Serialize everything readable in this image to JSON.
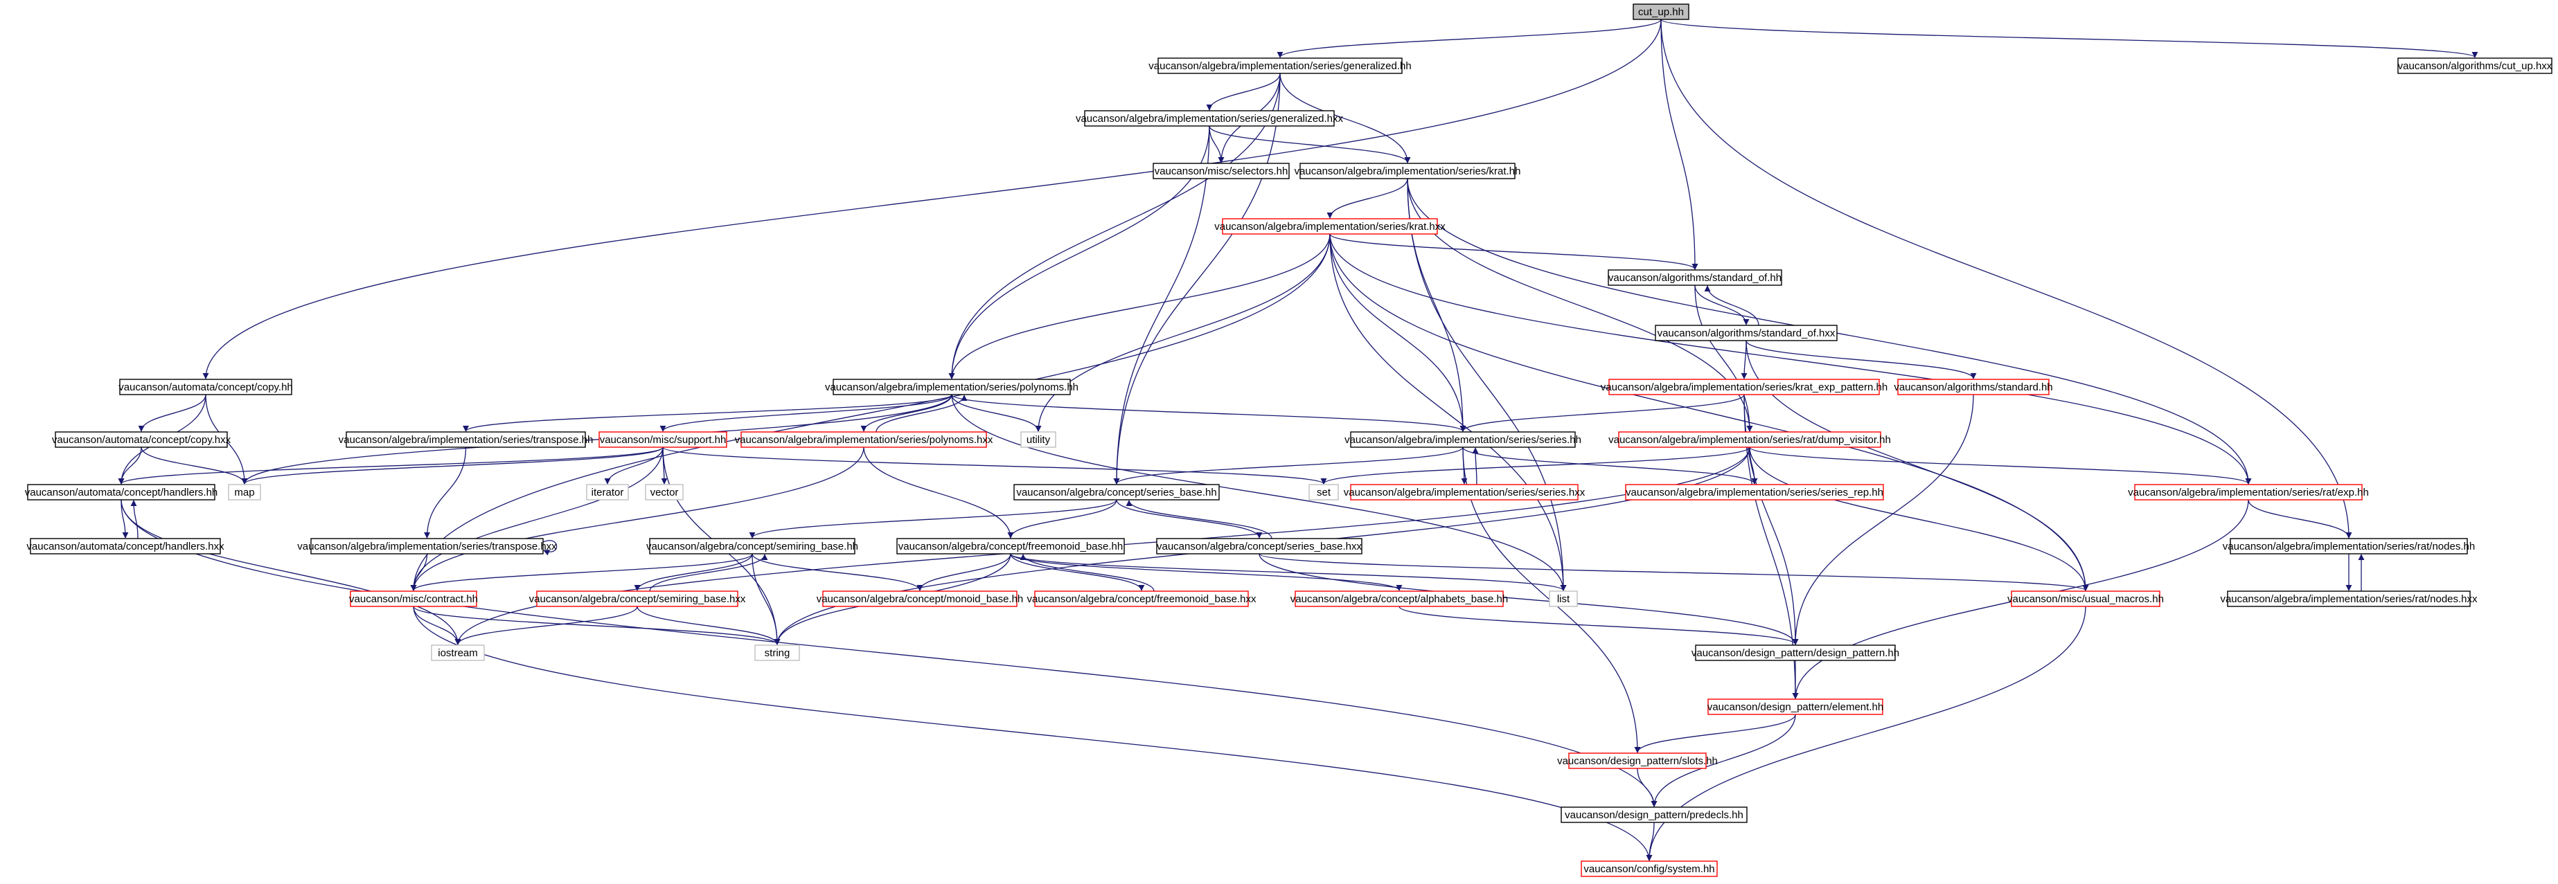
{
  "nodes": [
    {
      "id": "cut_up_hh",
      "label": "cut_up.hh",
      "style": "root"
    },
    {
      "id": "generalized_hh",
      "label": "vaucanson/algebra/implementation/series/generalized.hh",
      "style": "black"
    },
    {
      "id": "cut_up_hxx",
      "label": "vaucanson/algorithms/cut_up.hxx",
      "style": "black"
    },
    {
      "id": "generalized_hxx",
      "label": "vaucanson/algebra/implementation/series/generalized.hxx",
      "style": "black"
    },
    {
      "id": "selectors_hh",
      "label": "vaucanson/misc/selectors.hh",
      "style": "black"
    },
    {
      "id": "krat_hh",
      "label": "vaucanson/algebra/implementation/series/krat.hh",
      "style": "black"
    },
    {
      "id": "krat_hxx",
      "label": "vaucanson/algebra/implementation/series/krat.hxx",
      "style": "red"
    },
    {
      "id": "standard_of_hh",
      "label": "vaucanson/algorithms/standard_of.hh",
      "style": "black"
    },
    {
      "id": "standard_of_hxx",
      "label": "vaucanson/algorithms/standard_of.hxx",
      "style": "black"
    },
    {
      "id": "copy_hh",
      "label": "vaucanson/automata/concept/copy.hh",
      "style": "black"
    },
    {
      "id": "polynoms_hh",
      "label": "vaucanson/algebra/implementation/series/polynoms.hh",
      "style": "black"
    },
    {
      "id": "krat_exp_pattern_hh",
      "label": "vaucanson/algebra/implementation/series/krat_exp_pattern.hh",
      "style": "red"
    },
    {
      "id": "standard_hh",
      "label": "vaucanson/algorithms/standard.hh",
      "style": "red"
    },
    {
      "id": "copy_hxx",
      "label": "vaucanson/automata/concept/copy.hxx",
      "style": "black"
    },
    {
      "id": "transpose_hh",
      "label": "vaucanson/algebra/implementation/series/transpose.hh",
      "style": "black"
    },
    {
      "id": "support_hh",
      "label": "vaucanson/misc/support.hh",
      "style": "red"
    },
    {
      "id": "polynoms_hxx",
      "label": "vaucanson/algebra/implementation/series/polynoms.hxx",
      "style": "red"
    },
    {
      "id": "utility",
      "label": "utility",
      "style": "gray"
    },
    {
      "id": "series_hh",
      "label": "vaucanson/algebra/implementation/series/series.hh",
      "style": "black"
    },
    {
      "id": "dump_visitor_hh",
      "label": "vaucanson/algebra/implementation/series/rat/dump_visitor.hh",
      "style": "red"
    },
    {
      "id": "handlers_hh",
      "label": "vaucanson/automata/concept/handlers.hh",
      "style": "black"
    },
    {
      "id": "map",
      "label": "map",
      "style": "gray"
    },
    {
      "id": "set",
      "label": "set",
      "style": "gray"
    },
    {
      "id": "series_hxx",
      "label": "vaucanson/algebra/implementation/series/series.hxx",
      "style": "red"
    },
    {
      "id": "series_rep_hh",
      "label": "vaucanson/algebra/implementation/series/series_rep.hh",
      "style": "red"
    },
    {
      "id": "exp_hh",
      "label": "vaucanson/algebra/implementation/series/rat/exp.hh",
      "style": "red"
    },
    {
      "id": "iterator",
      "label": "iterator",
      "style": "gray"
    },
    {
      "id": "vector",
      "label": "vector",
      "style": "gray"
    },
    {
      "id": "series_base_hh",
      "label": "vaucanson/algebra/concept/series_base.hh",
      "style": "black"
    },
    {
      "id": "handlers_hxx",
      "label": "vaucanson/automata/concept/handlers.hxx",
      "style": "black"
    },
    {
      "id": "transpose_hxx",
      "label": "vaucanson/algebra/implementation/series/transpose.hxx",
      "style": "black"
    },
    {
      "id": "nodes_hh",
      "label": "vaucanson/algebra/implementation/series/rat/nodes.hh",
      "style": "black"
    },
    {
      "id": "semiring_base_hh",
      "label": "vaucanson/algebra/concept/semiring_base.hh",
      "style": "black"
    },
    {
      "id": "freemonoid_base_hh",
      "label": "vaucanson/algebra/concept/freemonoid_base.hh",
      "style": "black"
    },
    {
      "id": "series_base_hxx",
      "label": "vaucanson/algebra/concept/series_base.hxx",
      "style": "black"
    },
    {
      "id": "nodes_hxx",
      "label": "vaucanson/algebra/implementation/series/rat/nodes.hxx",
      "style": "black"
    },
    {
      "id": "contract_hh",
      "label": "vaucanson/misc/contract.hh",
      "style": "red"
    },
    {
      "id": "semiring_base_hxx",
      "label": "vaucanson/algebra/concept/semiring_base.hxx",
      "style": "red"
    },
    {
      "id": "monoid_base_hh",
      "label": "vaucanson/algebra/concept/monoid_base.hh",
      "style": "red"
    },
    {
      "id": "freemonoid_base_hxx",
      "label": "vaucanson/algebra/concept/freemonoid_base.hxx",
      "style": "red"
    },
    {
      "id": "alphabets_base_hh",
      "label": "vaucanson/algebra/concept/alphabets_base.hh",
      "style": "red"
    },
    {
      "id": "list",
      "label": "list",
      "style": "gray"
    },
    {
      "id": "usual_macros_hh",
      "label": "vaucanson/misc/usual_macros.hh",
      "style": "red"
    },
    {
      "id": "iostream",
      "label": "iostream",
      "style": "gray"
    },
    {
      "id": "string",
      "label": "string",
      "style": "gray"
    },
    {
      "id": "design_pattern_hh",
      "label": "vaucanson/design_pattern/design_pattern.hh",
      "style": "black"
    },
    {
      "id": "element_hh",
      "label": "vaucanson/design_pattern/element.hh",
      "style": "red"
    },
    {
      "id": "slots_hh",
      "label": "vaucanson/design_pattern/slots.hh",
      "style": "red"
    },
    {
      "id": "predecls_hh",
      "label": "vaucanson/design_pattern/predecls.hh",
      "style": "black"
    },
    {
      "id": "system_hh",
      "label": "vaucanson/config/system.hh",
      "style": "red"
    }
  ]
}
